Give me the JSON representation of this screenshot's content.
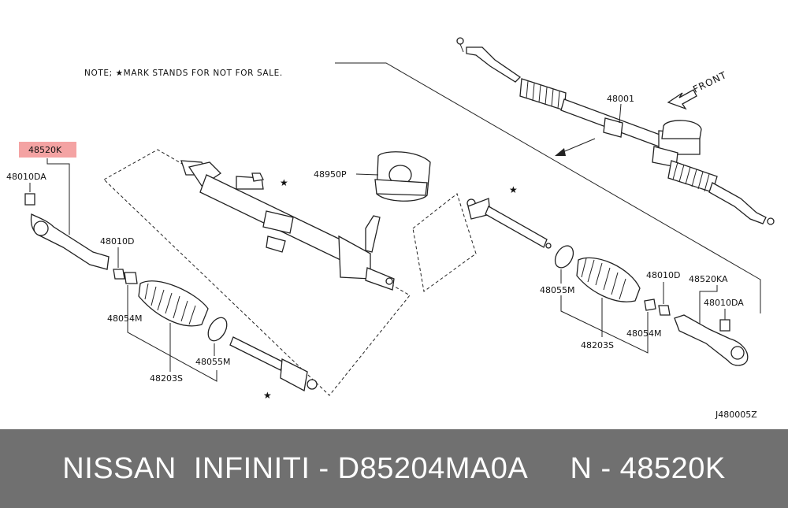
{
  "diagram": {
    "note": "NOTE; ★MARK STANDS FOR NOT FOR SALE.",
    "front_label": "FRONT",
    "code": "J480005Z",
    "highlight_color": "#f4a3a3",
    "labels": {
      "tie_rod_end_left": "48520K",
      "nut_left_top": "48010DA",
      "nut_left": "48010D",
      "clamp_left": "48054M",
      "boot_left": "48203S",
      "band_left": "48055M",
      "gear_assembly": "48001",
      "steering_unit": "48950P",
      "band_right": "48055M",
      "nut_right": "48010D",
      "tie_rod_end_right": "48520KA",
      "nut_right_top": "48010DA",
      "clamp_right": "48054M",
      "boot_right": "48203S"
    }
  },
  "footer": {
    "text": "NISSAN  INFINITI - D85204MA0A     N - 48520K",
    "background": "#707070"
  }
}
